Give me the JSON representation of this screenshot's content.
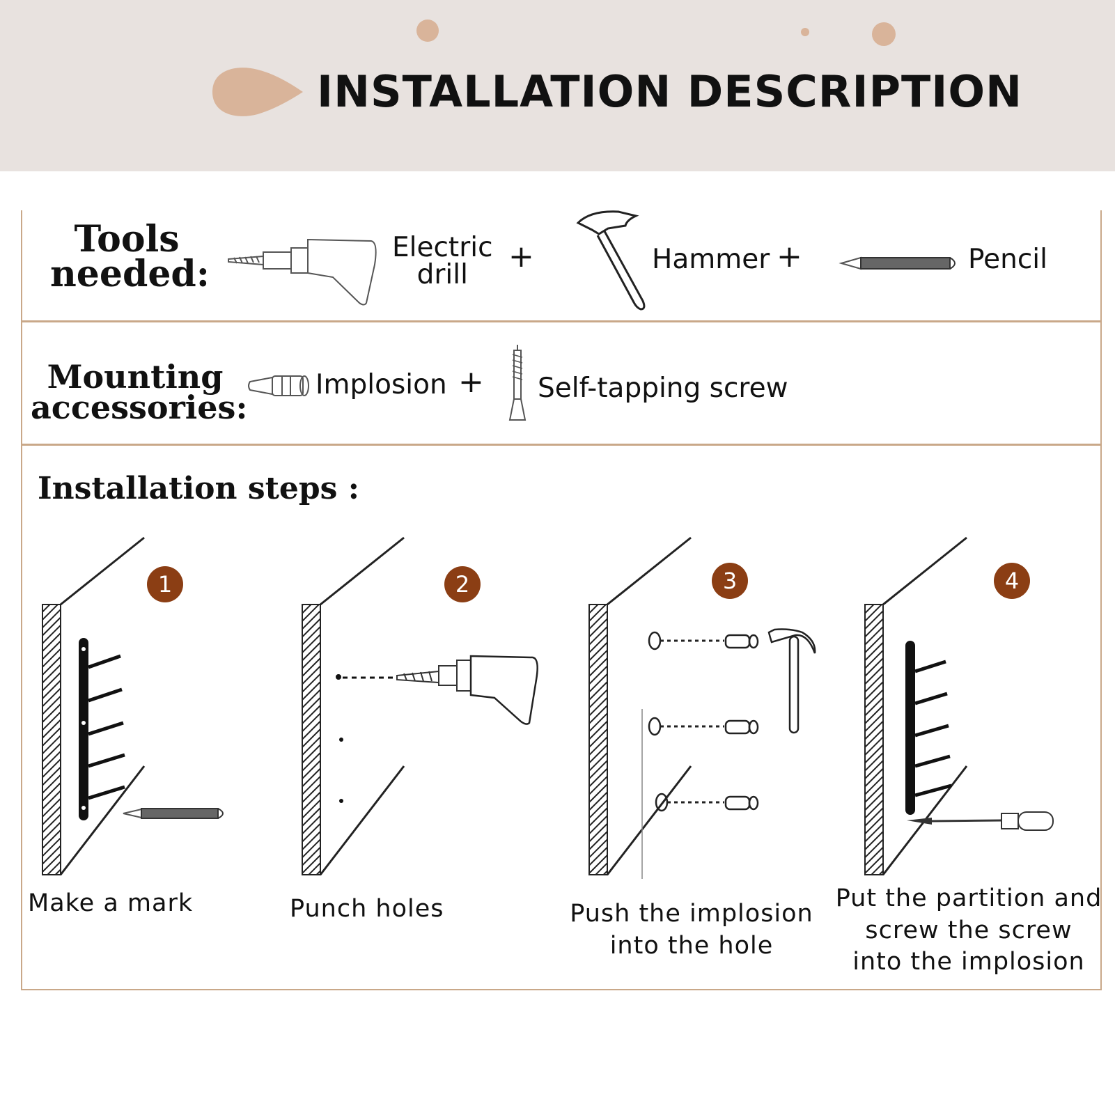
{
  "banner": {
    "title": "INSTALLATION DESCRIPTION"
  },
  "tools": {
    "heading_line1": "Tools",
    "heading_line2": "needed:",
    "items": [
      {
        "label_line1": "Electric",
        "label_line2": "drill",
        "icon": "electric-drill-icon"
      },
      {
        "label": "Hammer",
        "icon": "hammer-icon"
      },
      {
        "label": "Pencil",
        "icon": "pencil-icon"
      }
    ],
    "plus": "+"
  },
  "accessories": {
    "heading_line1": "Mounting",
    "heading_line2": "accessories:",
    "items": [
      {
        "label": "Implosion",
        "icon": "wall-anchor-icon"
      },
      {
        "label": "Self-tapping screw",
        "icon": "screw-icon"
      }
    ],
    "plus": "+"
  },
  "steps": {
    "heading": "Installation steps :",
    "items": [
      {
        "number": "1",
        "line1": "Make a mark"
      },
      {
        "number": "2",
        "line1": "Punch holes"
      },
      {
        "number": "3",
        "line1": "Push the implosion",
        "line2": "into the hole"
      },
      {
        "number": "4",
        "line1": "Put the partition and",
        "line2": "screw the screw",
        "line3": "into the implosion"
      }
    ]
  },
  "colors": {
    "banner_bg": "#e8e2df",
    "accent": "#d9b49a",
    "border": "#c9a889",
    "badge": "#8b3e14"
  }
}
